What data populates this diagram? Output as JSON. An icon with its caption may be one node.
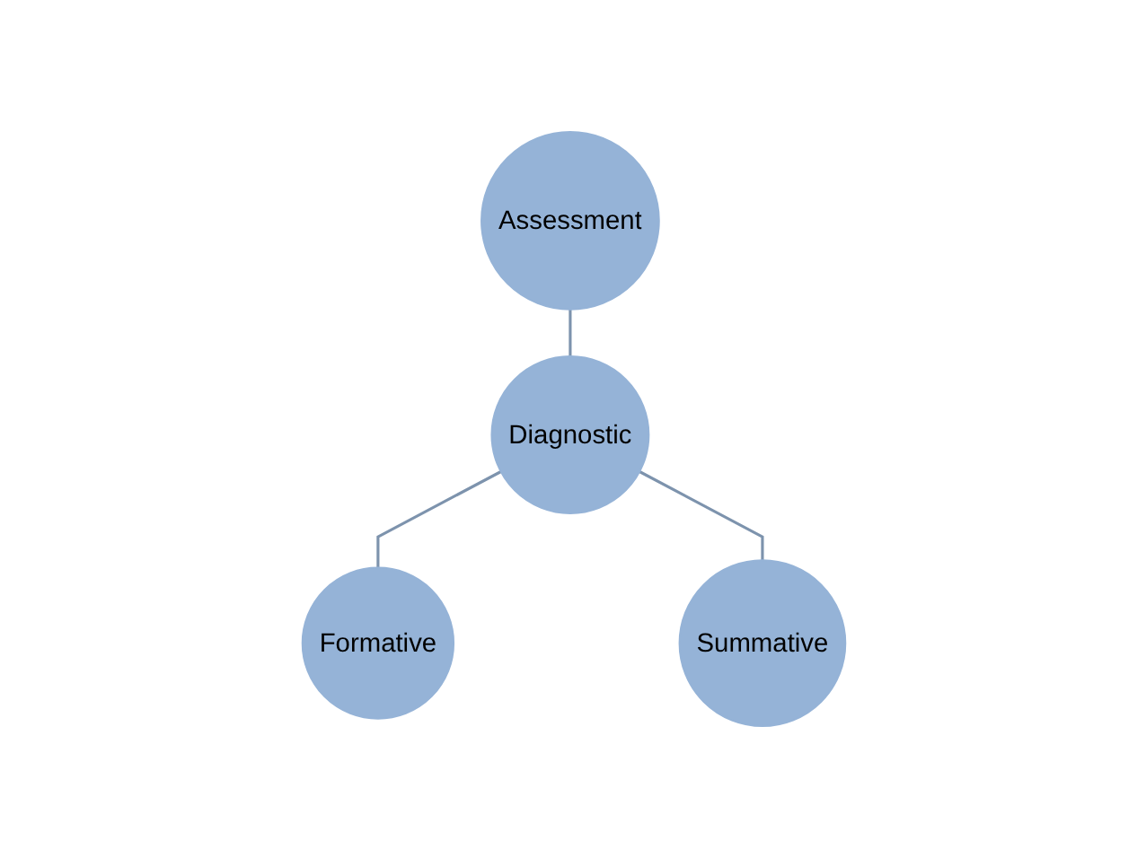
{
  "diagram": {
    "nodes": [
      {
        "text": [
          "Assessment"
        ]
      },
      {
        "text": [
          "Diagnostic"
        ]
      },
      {
        "text": [
          "Formative"
        ]
      },
      {
        "text": [
          "Summative"
        ]
      }
    ],
    "edges": [
      {
        "from": 0,
        "to": 1,
        "arrow": "none"
      },
      {
        "from": 1,
        "to": 2,
        "arrow": "none"
      },
      {
        "from": 1,
        "to": 3,
        "arrow": "none"
      }
    ]
  }
}
